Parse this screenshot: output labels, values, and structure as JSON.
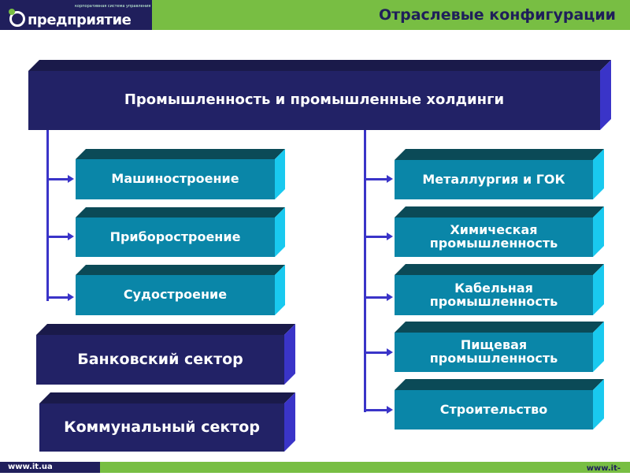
{
  "header": {
    "logo_text": "предприятие",
    "logo_tagline": "корпоративная система управления",
    "title": "Отраслевые конфигурации"
  },
  "diagram": {
    "root": "Промышленность и промышленные холдинги",
    "left": [
      "Машиностроение",
      "Приборостроение",
      "Судостроение"
    ],
    "right": [
      "Металлургия и ГОК",
      "Химическая промышленность",
      "Кабельная промышленность",
      "Пищевая промышленность",
      "Строительство"
    ],
    "bank": "Банковский сектор",
    "communal": "Коммунальный сектор"
  },
  "footer": {
    "left": "www.it.ua",
    "right": "www.it-"
  }
}
